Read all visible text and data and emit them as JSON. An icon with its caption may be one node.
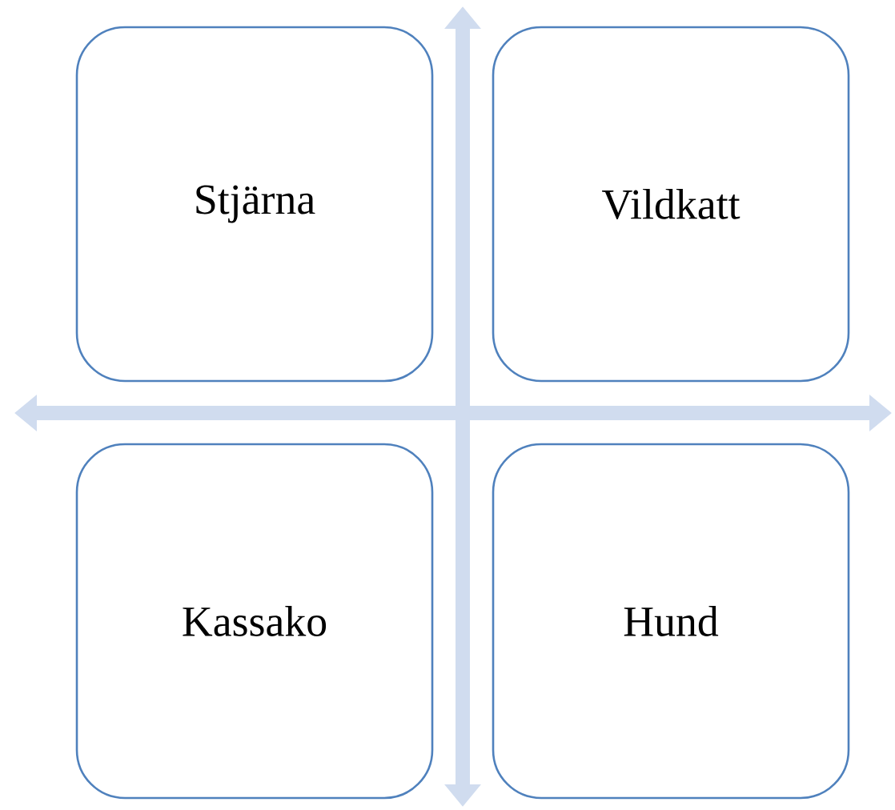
{
  "diagram": {
    "nodes": [
      {
        "text": [
          "Stjärna"
        ]
      },
      {
        "text": [
          "Vildkatt"
        ]
      },
      {
        "text": [
          "Kassako"
        ]
      },
      {
        "text": [
          "Hund"
        ]
      }
    ]
  }
}
